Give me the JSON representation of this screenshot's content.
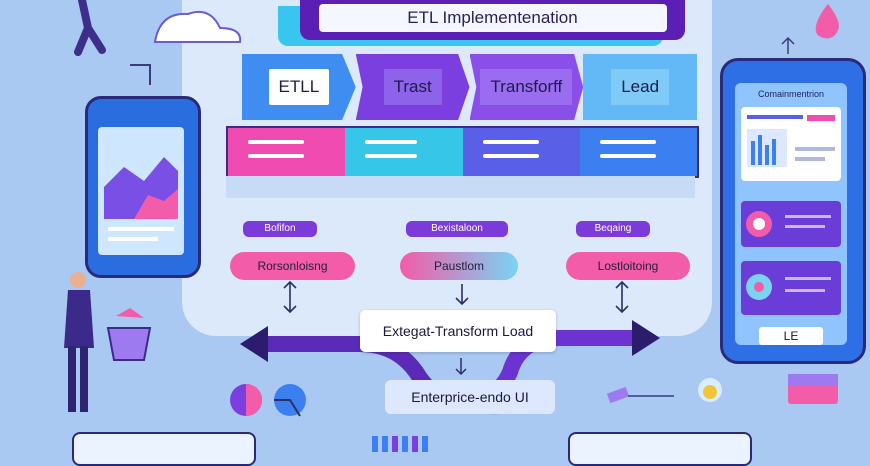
{
  "title": "ETL Implementenation",
  "stages": [
    {
      "label": "ETLL",
      "color": "#3f8df0",
      "text_bg": "#ffffff"
    },
    {
      "label": "Trast",
      "color": "#7b3fe0",
      "text_bg": "#8d63ea"
    },
    {
      "label": "Transforff",
      "color": "#8a4fe8",
      "text_bg": "#9a6cf0"
    },
    {
      "label": "Lead",
      "color": "#62b9f5",
      "text_bg": "#7fcaf7"
    }
  ],
  "row2_colors": [
    "#f04bb1",
    "#36c6e8",
    "#5a5fe8",
    "#3b7ff0"
  ],
  "tags": [
    {
      "label": "Bofifon"
    },
    {
      "label": "Bexistaloon"
    },
    {
      "label": "Beqaing"
    }
  ],
  "pills": [
    {
      "label": "Rorsonloisng",
      "color": "#f25ca8"
    },
    {
      "label": "Paustlom",
      "color": "#7ad3f3"
    },
    {
      "label": "Lostloitoing",
      "color": "#f25ca8"
    }
  ],
  "center_box": "Extegat-Transform Load",
  "bottom_label": "Enterprice-endo UI",
  "right_phone": {
    "title": "Comainmentrion",
    "le_label": "LE"
  }
}
